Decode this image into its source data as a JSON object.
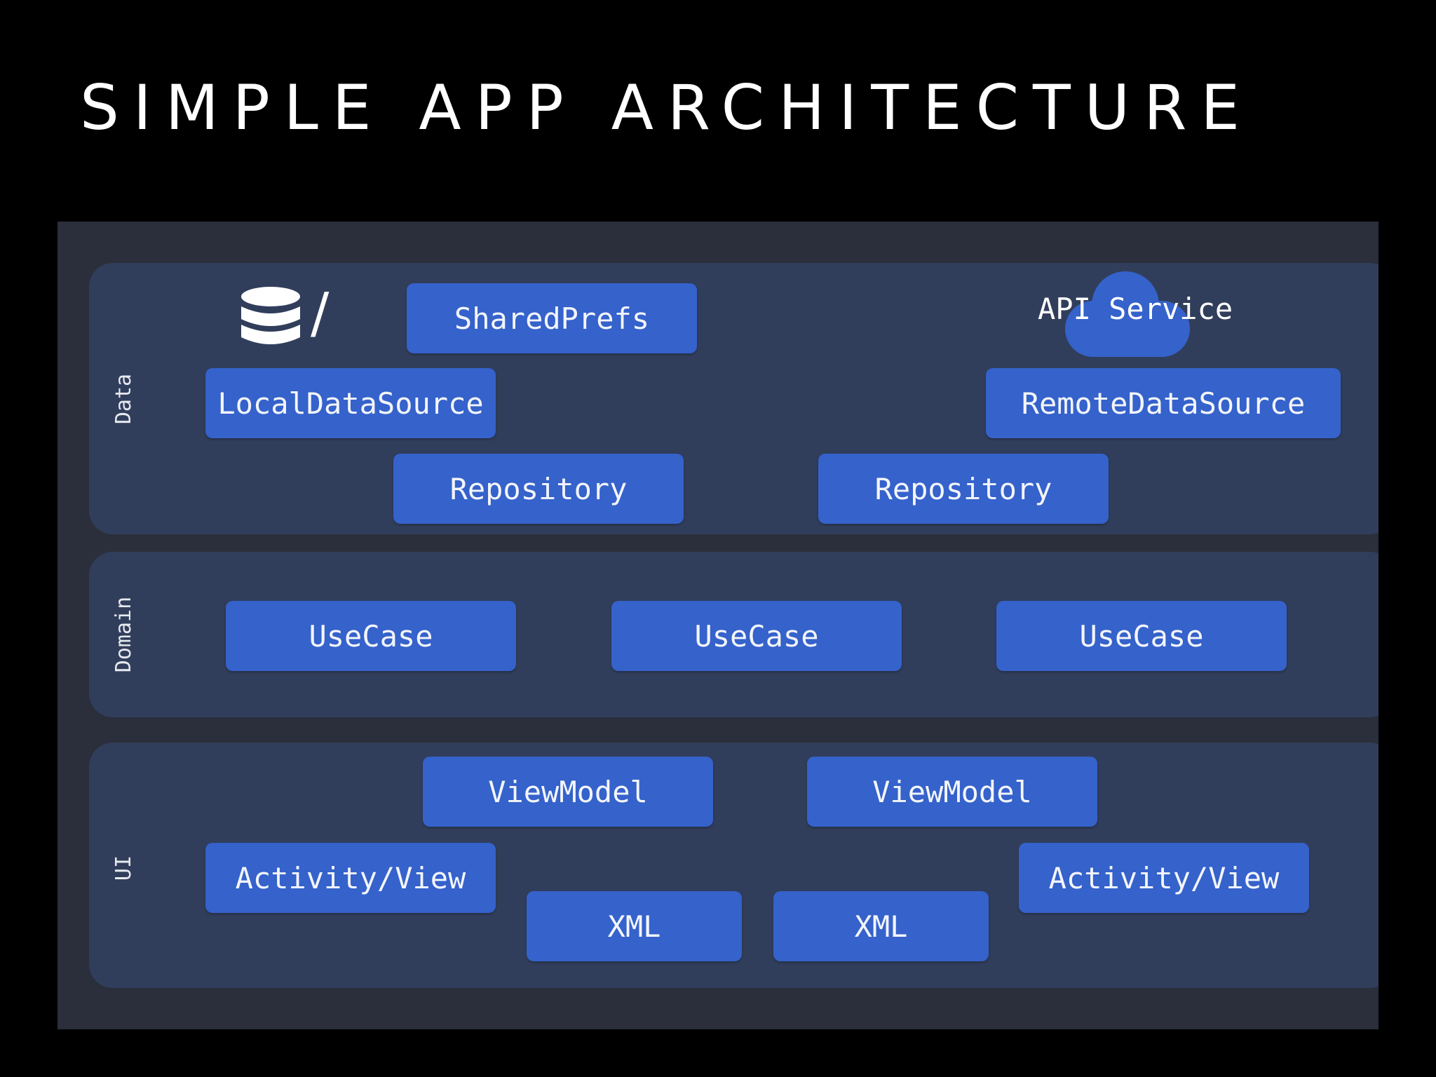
{
  "title": "SIMPLE APP ARCHITECTURE",
  "colors": {
    "background": "#000000",
    "diagram_background": "#2a2f3b",
    "layer_background": "#313e5b",
    "box": "#3562cb",
    "text": "#ffffff"
  },
  "layers": {
    "data": {
      "label": "Data",
      "shared_prefs": "SharedPrefs",
      "slash": "/",
      "api_service": "API Service",
      "local_data_source": "LocalDataSource",
      "remote_data_source": "RemoteDataSource",
      "repositories": [
        "Repository",
        "Repository"
      ],
      "icons": [
        "database-icon",
        "cloud-icon"
      ]
    },
    "domain": {
      "label": "Domain",
      "use_cases": [
        "UseCase",
        "UseCase",
        "UseCase"
      ]
    },
    "ui": {
      "label": "UI",
      "view_models": [
        "ViewModel",
        "ViewModel"
      ],
      "activities": [
        "Activity/View",
        "Activity/View"
      ],
      "xmls": [
        "XML",
        "XML"
      ]
    }
  }
}
